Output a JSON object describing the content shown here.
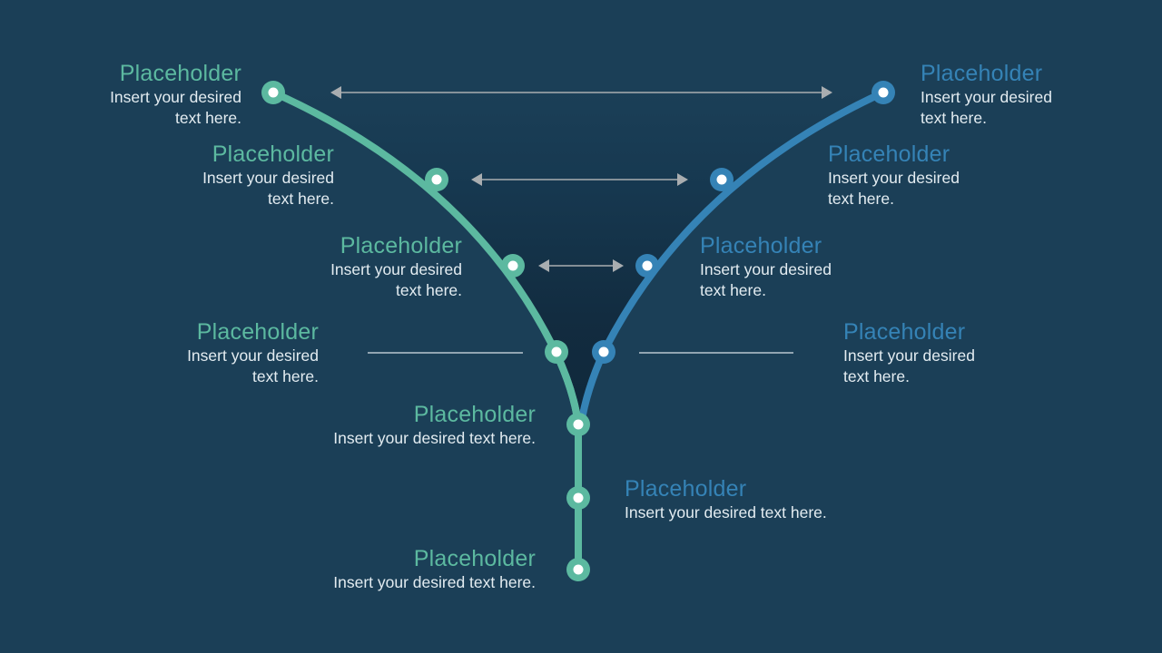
{
  "colors": {
    "background": "#1b3f57",
    "green": "#5cb9a0",
    "blue": "#3583b6",
    "arrow": "#a9adb0",
    "text": "#e3ecf1"
  },
  "labels": {
    "left_1": {
      "title": "Placeholder",
      "line1": "Insert your desired",
      "line2": "text here."
    },
    "left_2": {
      "title": "Placeholder",
      "line1": "Insert your desired",
      "line2": "text here."
    },
    "left_3": {
      "title": "Placeholder",
      "line1": "Insert your desired",
      "line2": "text here."
    },
    "left_4": {
      "title": "Placeholder",
      "line1": "Insert your desired",
      "line2": "text here."
    },
    "left_5": {
      "title": "Placeholder",
      "line1": "Insert your desired text here."
    },
    "left_6": {
      "title": "Placeholder",
      "line1": "Insert your desired text here."
    },
    "right_1": {
      "title": "Placeholder",
      "line1": "Insert your desired",
      "line2": "text here."
    },
    "right_2": {
      "title": "Placeholder",
      "line1": "Insert your desired",
      "line2": "text here."
    },
    "right_3": {
      "title": "Placeholder",
      "line1": "Insert your desired",
      "line2": "text here."
    },
    "right_4": {
      "title": "Placeholder",
      "line1": "Insert your desired",
      "line2": "text here."
    },
    "right_5": {
      "title": "Placeholder",
      "line1": "Insert your desired text here."
    }
  },
  "icons": {
    "node": "circle-node-icon",
    "arrow": "double-arrow-icon"
  }
}
